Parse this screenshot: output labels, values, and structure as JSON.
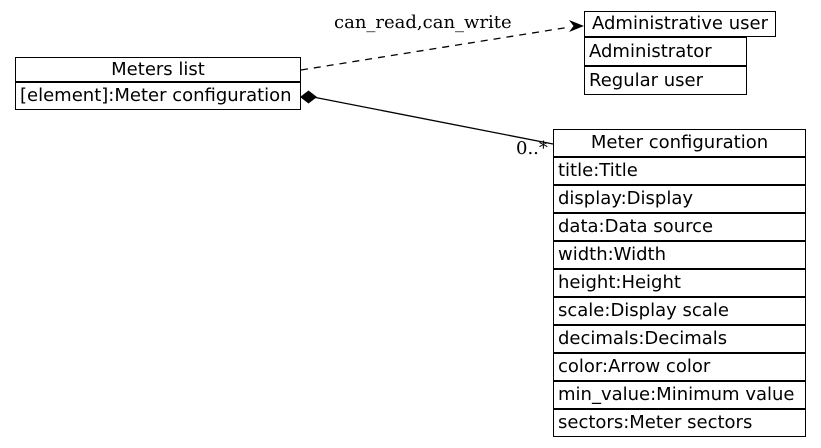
{
  "diagram": {
    "background_color": "#ffffff",
    "line_color": "#000000"
  },
  "meters_list": {
    "title": "Meters list",
    "rows": [
      "[element]:Meter configuration"
    ]
  },
  "admin_user": {
    "title": "Administrative user",
    "rows": [
      "Administrator",
      "Regular user"
    ]
  },
  "meter_config": {
    "title": "Meter configuration",
    "rows": [
      "title:Title",
      "display:Display",
      "data:Data source",
      "width:Width",
      "height:Height",
      "scale:Display scale",
      "decimals:Decimals",
      "color:Arrow color",
      "min_value:Minimum value",
      "sectors:Meter sectors"
    ]
  },
  "edges": {
    "permissions": {
      "label": "can_read,can_write",
      "style": "dashed",
      "from": "Meters list",
      "to": "Administrative user"
    },
    "composition": {
      "multiplicity": "0..*",
      "style": "solid",
      "from": "Meters list",
      "to": "Meter configuration"
    }
  }
}
